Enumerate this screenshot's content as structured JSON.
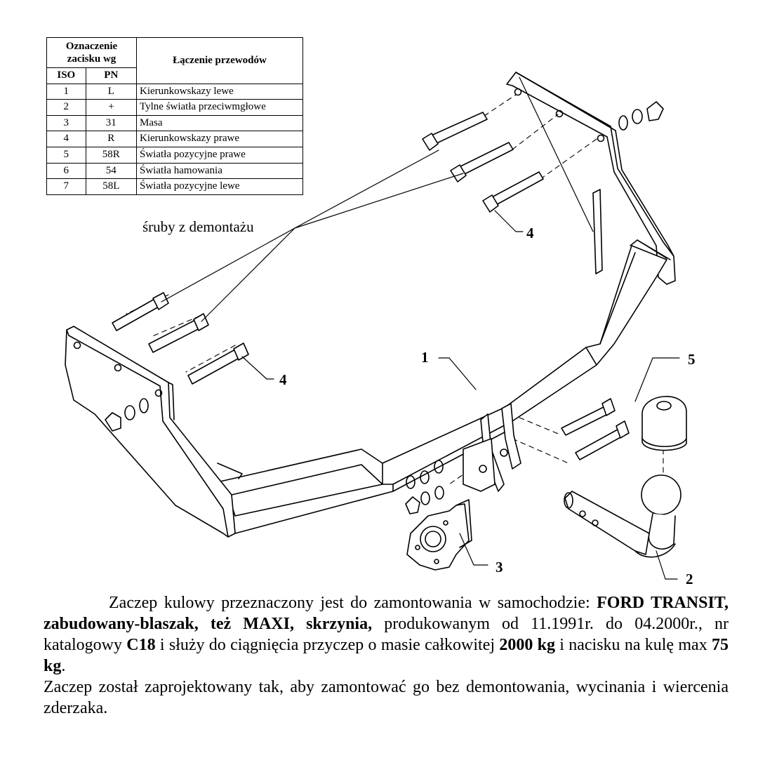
{
  "table": {
    "group_header": "Oznaczenie zacisku wg",
    "col_iso": "ISO",
    "col_pn": "PN",
    "col_conn": "Łączenie przewodów",
    "rows": [
      {
        "iso": "1",
        "pn": "L",
        "desc": "Kierunkowskazy lewe"
      },
      {
        "iso": "2",
        "pn": "+",
        "desc": "Tylne światła przeciwmgłowe"
      },
      {
        "iso": "3",
        "pn": "31",
        "desc": "Masa"
      },
      {
        "iso": "4",
        "pn": "R",
        "desc": "Kierunkowskazy prawe"
      },
      {
        "iso": "5",
        "pn": "58R",
        "desc": "Światła pozycyjne prawe"
      },
      {
        "iso": "6",
        "pn": "54",
        "desc": "Światła hamowania"
      },
      {
        "iso": "7",
        "pn": "58L",
        "desc": "Światła pozycyjne lewe"
      }
    ]
  },
  "labels": {
    "bolts_from_disassembly": "śruby z demontażu",
    "part_1": "1",
    "part_2": "2",
    "part_3": "3",
    "part_4_top": "4",
    "part_4_left": "4",
    "part_5": "5"
  },
  "description": {
    "p1_a": "Zaczep kulowy przeznaczony jest do zamontowania w samochodzie: ",
    "p1_model": "FORD TRANSIT, zabudowany-blaszak, też MAXI, skrzynia,",
    "p1_b": " produkowanym od 11.1991r. do 04.2000r., nr katalogowy ",
    "p1_catalog": "C18",
    "p1_c": " i służy do ciągnięcia przyczep o masie całkowitej ",
    "p1_mass": "2000 kg",
    "p1_d": " i nacisku na kulę max ",
    "p1_load": "75 kg",
    "p1_e": ".",
    "p2": "Zaczep został zaprojektowany tak, aby zamontować go bez demontowania, wycinania i wiercenia zderzaka."
  }
}
